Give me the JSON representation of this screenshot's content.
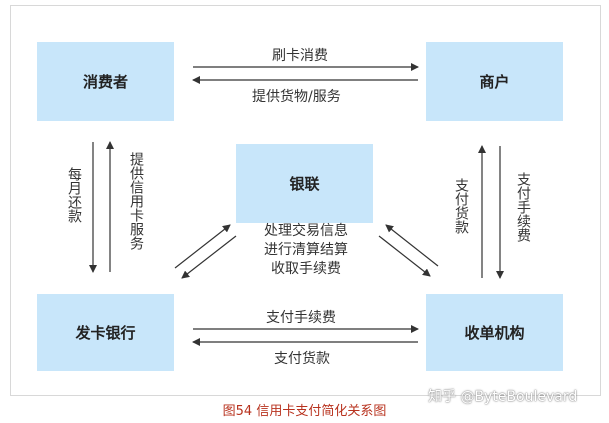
{
  "nodes": {
    "consumer": "消费者",
    "merchant": "商户",
    "unionpay": "银联",
    "issuer": "发卡银行",
    "acquirer": "收单机构"
  },
  "edges": {
    "consumer_to_merchant": "刷卡消费",
    "merchant_to_consumer": "提供货物/服务",
    "consumer_to_issuer": "每月还款",
    "issuer_to_consumer": "提供信用卡服务",
    "acquirer_to_merchant": "支付货款",
    "merchant_to_acquirer": "支付手续费",
    "issuer_to_acquirer": "支付手续费",
    "acquirer_to_issuer": "支付货款"
  },
  "unionpay_functions": [
    "处理交易信息",
    "进行清算结算",
    "收取手续费"
  ],
  "caption": "图54   信用卡支付简化关系图",
  "watermark": "知乎 @ByteBoulevard",
  "colors": {
    "box": "#c8e6fa",
    "arrow": "#333333",
    "caption": "#b8321e"
  }
}
